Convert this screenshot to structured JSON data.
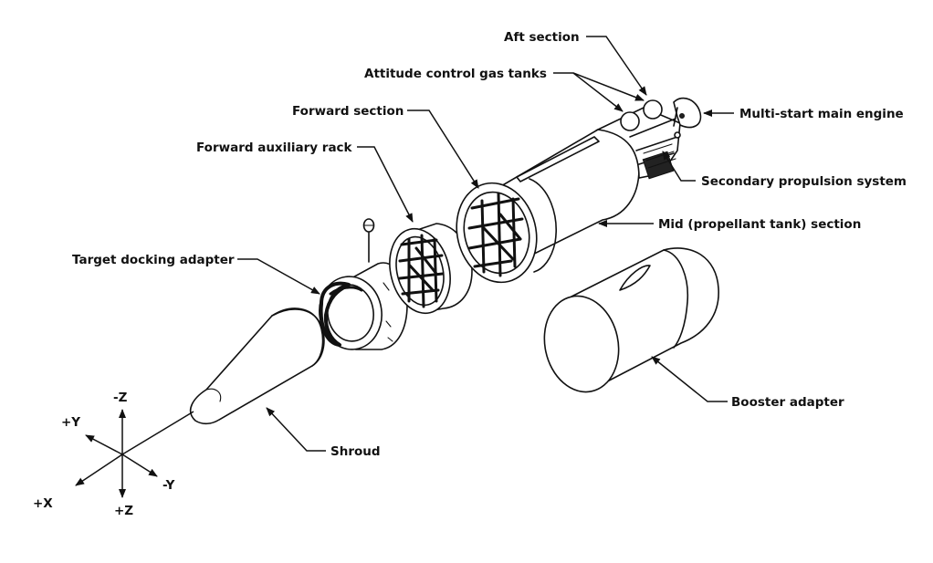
{
  "labels": {
    "aft_section": "Aft section",
    "attitude_tanks": "Attitude control gas tanks",
    "forward_section": "Forward section",
    "forward_rack": "Forward auxiliary rack",
    "main_engine": "Multi-start main engine",
    "secondary_propulsion": "Secondary propulsion system",
    "mid_section": "Mid (propellant tank) section",
    "docking_adapter": "Target docking adapter",
    "booster_adapter": "Booster adapter",
    "shroud": "Shroud"
  },
  "axes": {
    "neg_z": "-Z",
    "pos_y": "+Y",
    "neg_y": "-Y",
    "pos_x": "+X",
    "pos_z": "+Z"
  }
}
